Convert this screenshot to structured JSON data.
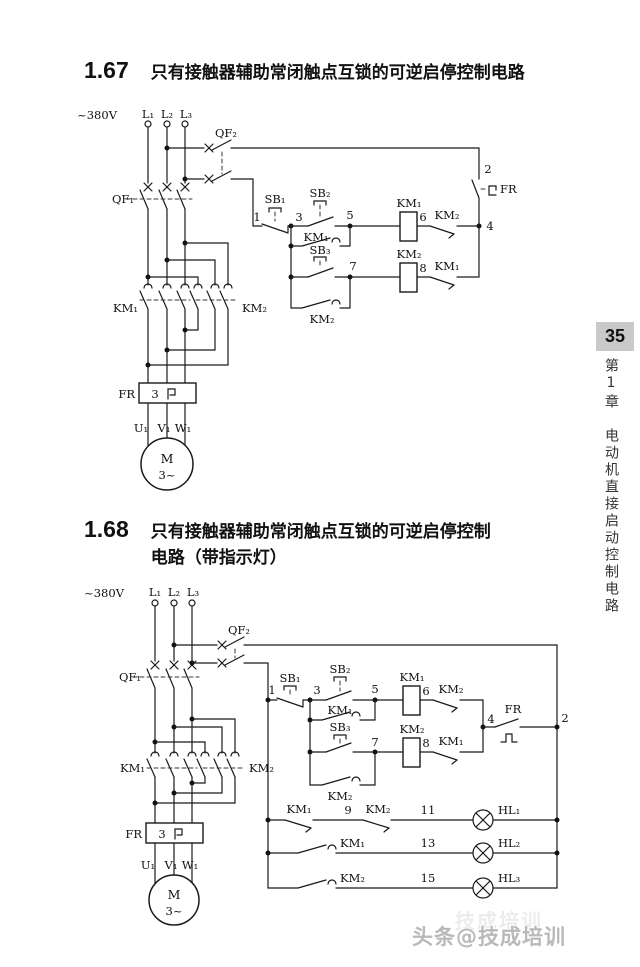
{
  "sidebar": {
    "page_number": "35",
    "chapter": "第1章　电动机直接启动控制电路"
  },
  "watermark": {
    "text": "头条@技成培训",
    "echo": "技成培训"
  },
  "sections": {
    "s167": {
      "number": "1.67",
      "title": "只有接触器辅助常闭触点互锁的可逆启停控制电路"
    },
    "s168": {
      "number": "1.68",
      "title_line1": "只有接触器辅助常闭触点互锁的可逆启停控制",
      "title_line2": "电路（带指示灯）"
    }
  },
  "labels": {
    "voltage": "~380V",
    "l1": "L₁",
    "l2": "L₂",
    "l3": "L₃",
    "qf1": "QF₁",
    "qf2": "QF₂",
    "sb1": "SB₁",
    "sb2": "SB₂",
    "sb3": "SB₃",
    "km1": "KM₁",
    "km2": "KM₂",
    "fr": "FR",
    "fr_poles": "3",
    "u1": "U₁",
    "v1": "V₁",
    "w1": "W₁",
    "motor": "M",
    "motor_phase": "3~",
    "hl1": "HL₁",
    "hl2": "HL₂",
    "hl3": "HL₃",
    "n1": "1",
    "n2": "2",
    "n3": "3",
    "n4": "4",
    "n5": "5",
    "n6": "6",
    "n7": "7",
    "n8": "8",
    "n9": "9",
    "n11": "11",
    "n13": "13",
    "n15": "15"
  }
}
